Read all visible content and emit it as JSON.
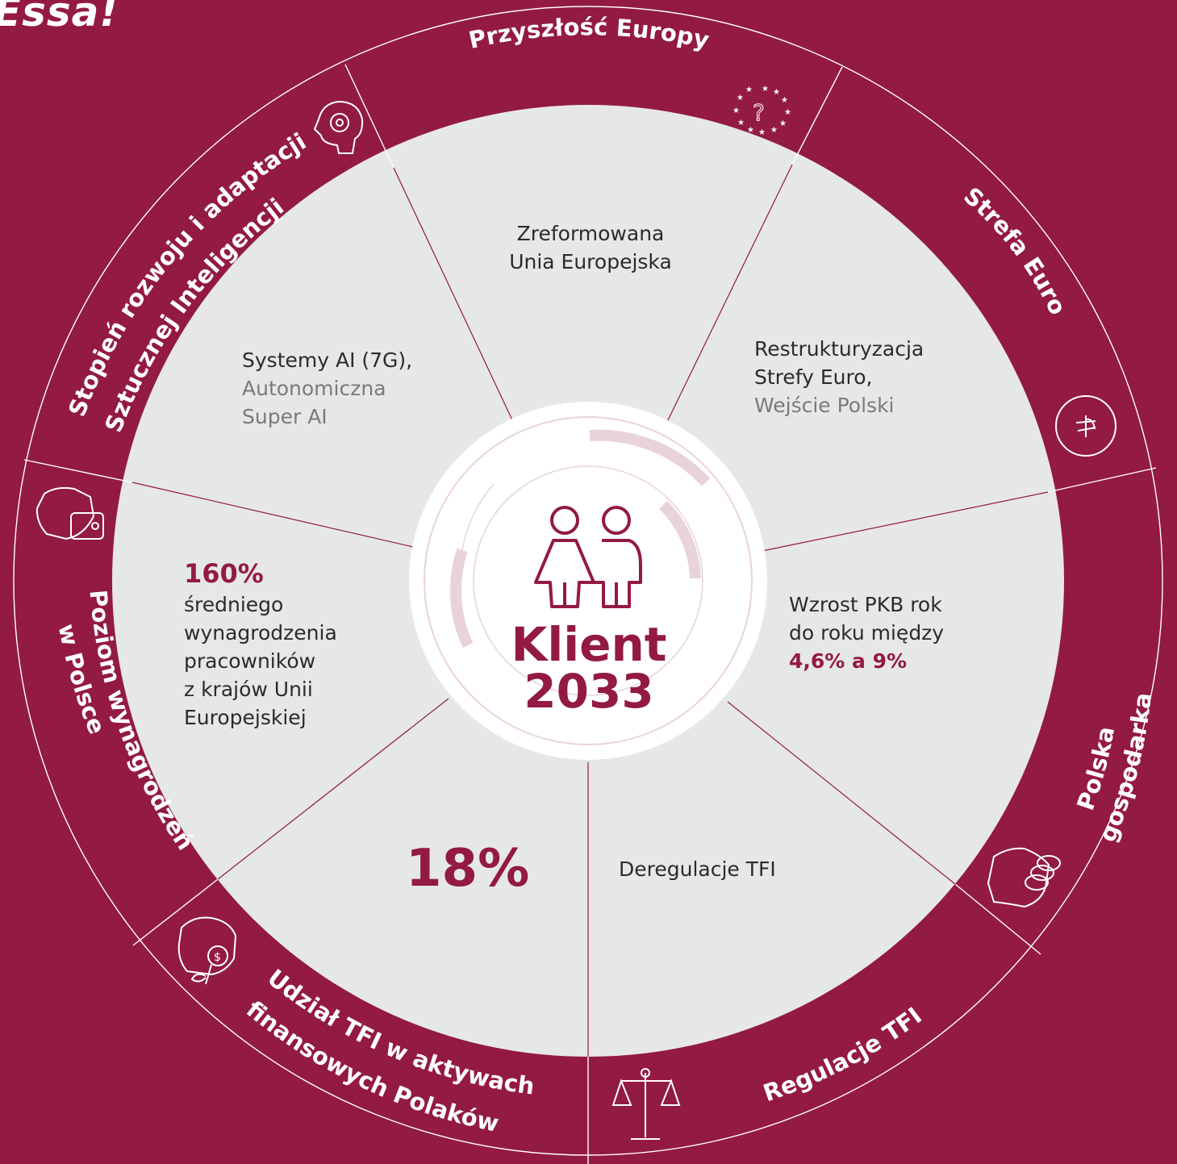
{
  "header": {
    "title": "Essa!"
  },
  "center": {
    "label_line1": "Klient",
    "label_line2": "2033"
  },
  "segments": [
    {
      "id": "future_europe",
      "ring_label": "Przyszłość Europy",
      "content": [
        "Zreformowana",
        "Unia Europejska"
      ],
      "icon": "eu-question-stars-icon"
    },
    {
      "id": "eurozone",
      "ring_label": "Strefa Euro",
      "content": [
        "Restrukturyzacja",
        "Strefy Euro,"
      ],
      "content_muted": "Wejście Polski",
      "icon": "euro-coin-icon"
    },
    {
      "id": "polish_economy",
      "ring_label_line1": "Polska",
      "ring_label_line2": "gospodarka",
      "content": [
        "Wzrost PKB rok",
        "do roku między"
      ],
      "content_accent": "4,6% a 9%",
      "icon": "poland-coins-icon"
    },
    {
      "id": "tfi_regulation",
      "ring_label": "Regulacje TFI",
      "content": [
        "Deregulacje TFI"
      ],
      "icon": "scales-icon"
    },
    {
      "id": "tfi_share",
      "ring_label_line1": "Udział TFI w aktywach",
      "ring_label_line2": "finansowych Polaków",
      "highlight": "18%",
      "icon": "poland-money-plant-icon"
    },
    {
      "id": "salary_level",
      "ring_label_line1": "Poziom wynagrodzeń",
      "ring_label_line2": "w Polsce",
      "highlight": "160%",
      "content": [
        "średniego",
        "wynagrodzenia",
        "pracowników",
        "z krajów Unii",
        "Europejskiej"
      ],
      "icon": "poland-wallet-icon"
    },
    {
      "id": "ai_adoption",
      "ring_label_line1": "Stopień rozwoju i adaptacji",
      "ring_label_line2": "Sztucznej Inteligencji",
      "content": [
        "Systemy AI (7G),"
      ],
      "content_muted": [
        "Autonomiczna",
        "Super AI"
      ],
      "icon": "ai-head-gear-icon"
    }
  ],
  "colors": {
    "ring": "#931a43",
    "inner": "#e6e7e9",
    "text": "#2b2b2b",
    "muted": "#7a7a7a",
    "accent": "#931a43",
    "center_ring": "#e9d3da"
  }
}
